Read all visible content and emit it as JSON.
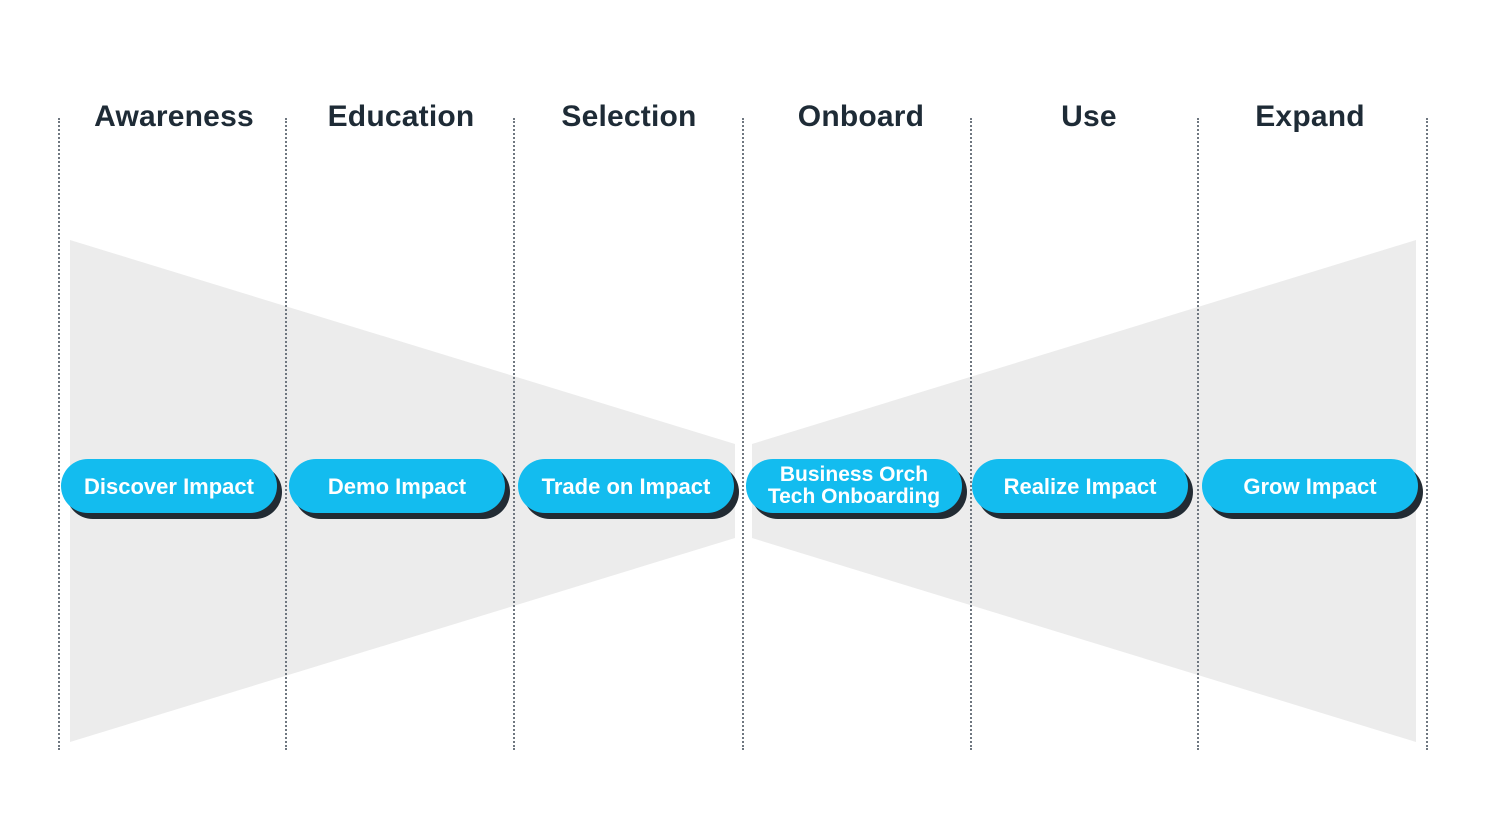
{
  "colors": {
    "pill": "#13bcef",
    "pill_shadow": "#222b33",
    "pill_text": "#ffffff",
    "title_text": "#1e2b36",
    "funnel_fill": "#ececec",
    "divider": "#6f7780"
  },
  "stages": [
    {
      "title": "Awareness",
      "pill": {
        "lines": [
          "Discover Impact"
        ]
      }
    },
    {
      "title": "Education",
      "pill": {
        "lines": [
          "Demo Impact"
        ]
      }
    },
    {
      "title": "Selection",
      "pill": {
        "lines": [
          "Trade on Impact"
        ]
      }
    },
    {
      "title": "Onboard",
      "pill": {
        "lines": [
          "Business Orch",
          "Tech Onboarding"
        ]
      }
    },
    {
      "title": "Use",
      "pill": {
        "lines": [
          "Realize Impact"
        ]
      }
    },
    {
      "title": "Expand",
      "pill": {
        "lines": [
          "Grow Impact"
        ]
      }
    }
  ]
}
